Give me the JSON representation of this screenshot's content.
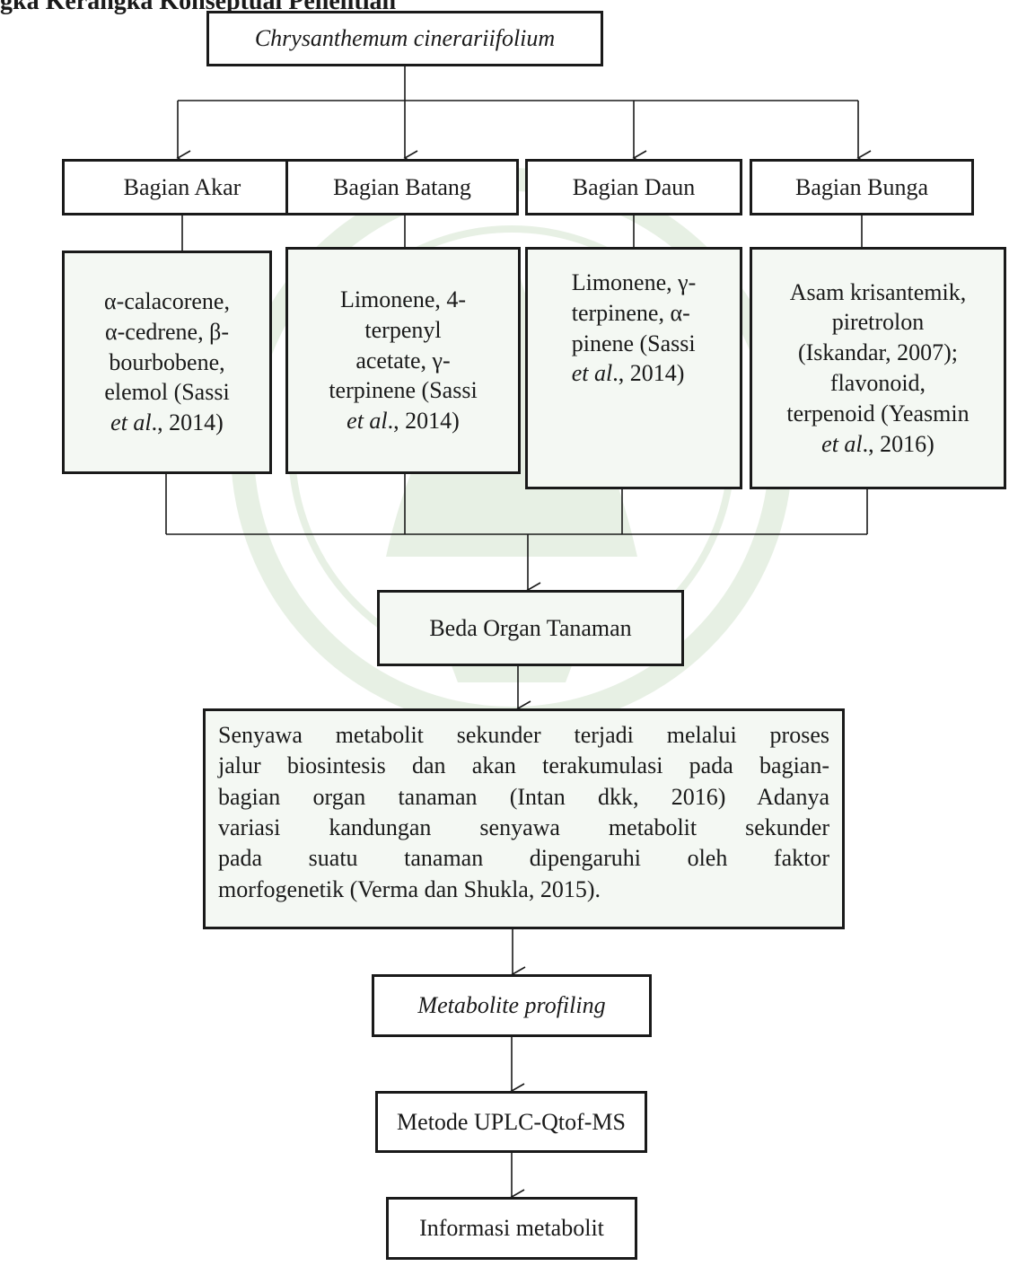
{
  "heading": "gka Kerangka Konseptual Penelitian",
  "root": "Chrysanthemum cinerariifolium",
  "parts": [
    {
      "label": "Bagian Akar",
      "lines": [
        {
          "t": "α-calacorene,"
        },
        {
          "t": "α-cedrene, β-"
        },
        {
          "t": "bourbobene,"
        },
        {
          "t": "elemol (Sassi"
        },
        {
          "pre": "",
          "it": "et al",
          "post": "., 2014)"
        }
      ]
    },
    {
      "label": "Bagian Batang",
      "lines": [
        {
          "t": "Limonene, 4-"
        },
        {
          "t": "terpenyl"
        },
        {
          "t": "acetate, γ-"
        },
        {
          "t": "terpinene (Sassi"
        },
        {
          "pre": "",
          "it": "et al",
          "post": "., 2014)"
        }
      ]
    },
    {
      "label": "Bagian Daun",
      "lines": [
        {
          "t": "Limonene, γ-"
        },
        {
          "t": "terpinene, α-"
        },
        {
          "t": "pinene (Sassi"
        },
        {
          "pre": "",
          "it": "et al",
          "post": "., 2014)"
        }
      ]
    },
    {
      "label": "Bagian Bunga",
      "lines": [
        {
          "t": "Asam krisantemik,"
        },
        {
          "t": "piretrolon"
        },
        {
          "t": "(Iskandar, 2007);"
        },
        {
          "t": "flavonoid,"
        },
        {
          "t": "terpenoid (Yeasmin"
        },
        {
          "pre": "",
          "it": "et al",
          "post": "., 2016)"
        }
      ]
    }
  ],
  "organ_diff": "Beda Organ Tanaman",
  "explanation": [
    "Senyawa metabolit sekunder terjadi melalui proses",
    "jalur biosintesis dan akan terakumulasi pada bagian-",
    "bagian organ tanaman (Intan dkk, 2016) Adanya",
    "variasi kandungan senyawa metabolit sekunder",
    "pada suatu tanaman dipengaruhi oleh faktor",
    "morfogenetik (Verma dan Shukla, 2015)."
  ],
  "profiling": "Metabolite profiling",
  "method": "Metode UPLC-Qtof-MS",
  "result": "Informasi metabolit",
  "colors": {
    "line": "#1a1a1a",
    "tint": "#f4f8f3",
    "watermark": "#5a9a4a"
  }
}
